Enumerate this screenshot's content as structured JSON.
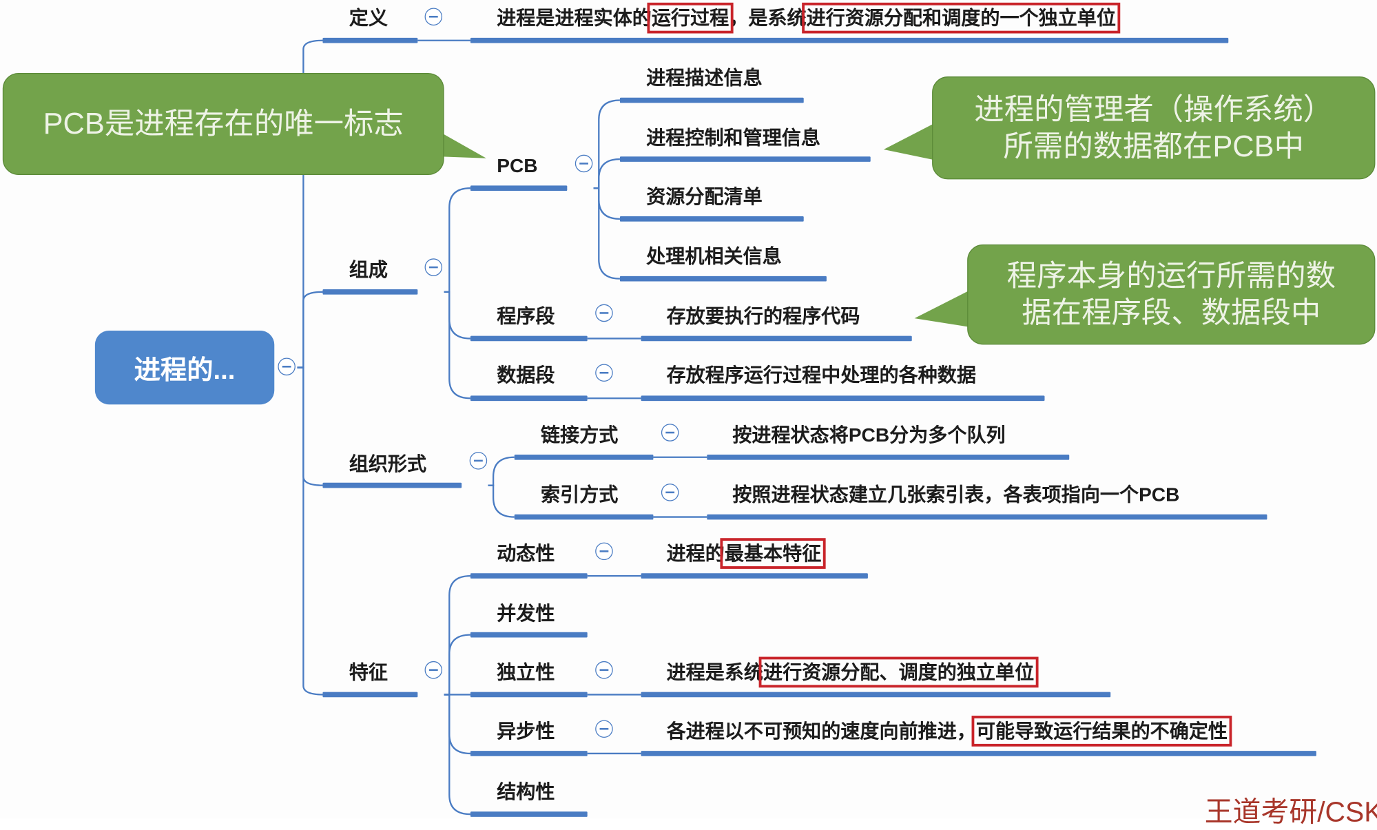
{
  "root": {
    "label": "进程的..."
  },
  "definition": {
    "label": "定义",
    "text": {
      "a": "进程是进程实体的",
      "b": "运行过程",
      "c": "，是系统",
      "d": "进行资源分配和调度的一个独立单位"
    }
  },
  "composition": {
    "label": "组成",
    "pcb": {
      "label": "PCB",
      "items": [
        "进程描述信息",
        "进程控制和管理信息",
        "资源分配清单",
        "处理机相关信息"
      ]
    },
    "program": {
      "label": "程序段",
      "text": "存放要执行的程序代码"
    },
    "data": {
      "label": "数据段",
      "text": "存放程序运行过程中处理的各种数据"
    }
  },
  "organization": {
    "label": "组织形式",
    "link": {
      "label": "链接方式",
      "text": "按进程状态将PCB分为多个队列"
    },
    "index": {
      "label": "索引方式",
      "text": "按照进程状态建立几张索引表，各表项指向一个PCB"
    }
  },
  "features": {
    "label": "特征",
    "dynamic": {
      "label": "动态性",
      "a": "进程的",
      "b": "最基本特征"
    },
    "concurrent": {
      "label": "并发性"
    },
    "independent": {
      "label": "独立性",
      "a": "进程是系统",
      "b": "进行资源分配、调度的独立单位"
    },
    "async": {
      "label": "异步性",
      "a": "各进程以不可预知的速度向前推进，",
      "b": "可能导致运行结果的不确定性"
    },
    "structural": {
      "label": "结构性"
    }
  },
  "callouts": {
    "pcb_flag": "PCB是进程存在的唯一标志",
    "manager": [
      "进程的管理者（操作系统）",
      "所需的数据都在PCB中"
    ],
    "program": [
      "程序本身的运行所需的数",
      "据在程序段、数据段中"
    ]
  },
  "watermark": "王道考研/CSK",
  "colors": {
    "node_line": "#4a7cc3",
    "root": "#4f87cc",
    "callout": "#73a34b",
    "highlight_box": "#c9242a"
  }
}
